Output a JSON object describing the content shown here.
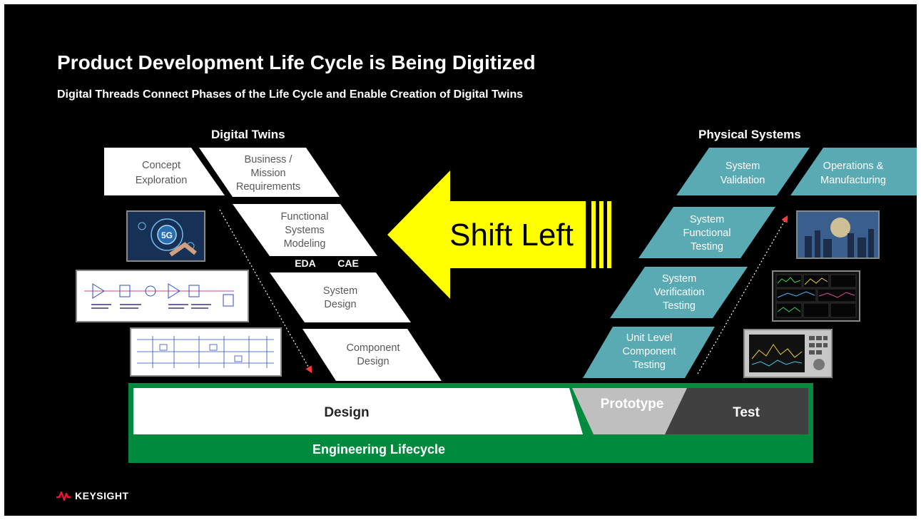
{
  "slide": {
    "title": "Product Development Life Cycle is Being Digitized",
    "subtitle": "Digital Threads Connect Phases of the Life Cycle and Enable Creation of Digital Twins"
  },
  "left_heading": "Digital Twins",
  "right_heading": "Physical Systems",
  "design_steps": [
    {
      "lines": [
        "Concept",
        "Exploration"
      ]
    },
    {
      "lines": [
        "Business /",
        "Mission",
        "Requirements"
      ]
    },
    {
      "lines": [
        "Functional",
        "Systems",
        "Modeling"
      ]
    },
    {
      "lines": [
        "System",
        "Design"
      ]
    },
    {
      "lines": [
        "Component",
        "Design"
      ]
    }
  ],
  "tools": {
    "eda": "EDA",
    "cae": "CAE"
  },
  "test_steps": [
    {
      "lines": [
        "System",
        "Validation"
      ]
    },
    {
      "lines": [
        "Operations &",
        "Manufacturing"
      ]
    },
    {
      "lines": [
        "System",
        "Functional",
        "Testing"
      ]
    },
    {
      "lines": [
        "System",
        "Verification",
        "Testing"
      ]
    },
    {
      "lines": [
        "Unit Level",
        "Component",
        "Testing"
      ]
    }
  ],
  "shift_left_label": "Shift Left",
  "lifecycle": {
    "design": "Design",
    "prototype": "Prototype",
    "test": "Test",
    "footer": "Engineering Lifecycle"
  },
  "thumb_5g_label": "5G",
  "brand": "KEYSIGHT",
  "colors": {
    "background": "#000000",
    "white_shape": "#ffffff",
    "teal_shape": "#5aaab4",
    "arrow_yellow": "#ffff00",
    "lifecycle_green": "#008a3e",
    "prototype_gray": "#bfbfbf",
    "test_dark": "#404040",
    "brand_red": "#e31937"
  }
}
